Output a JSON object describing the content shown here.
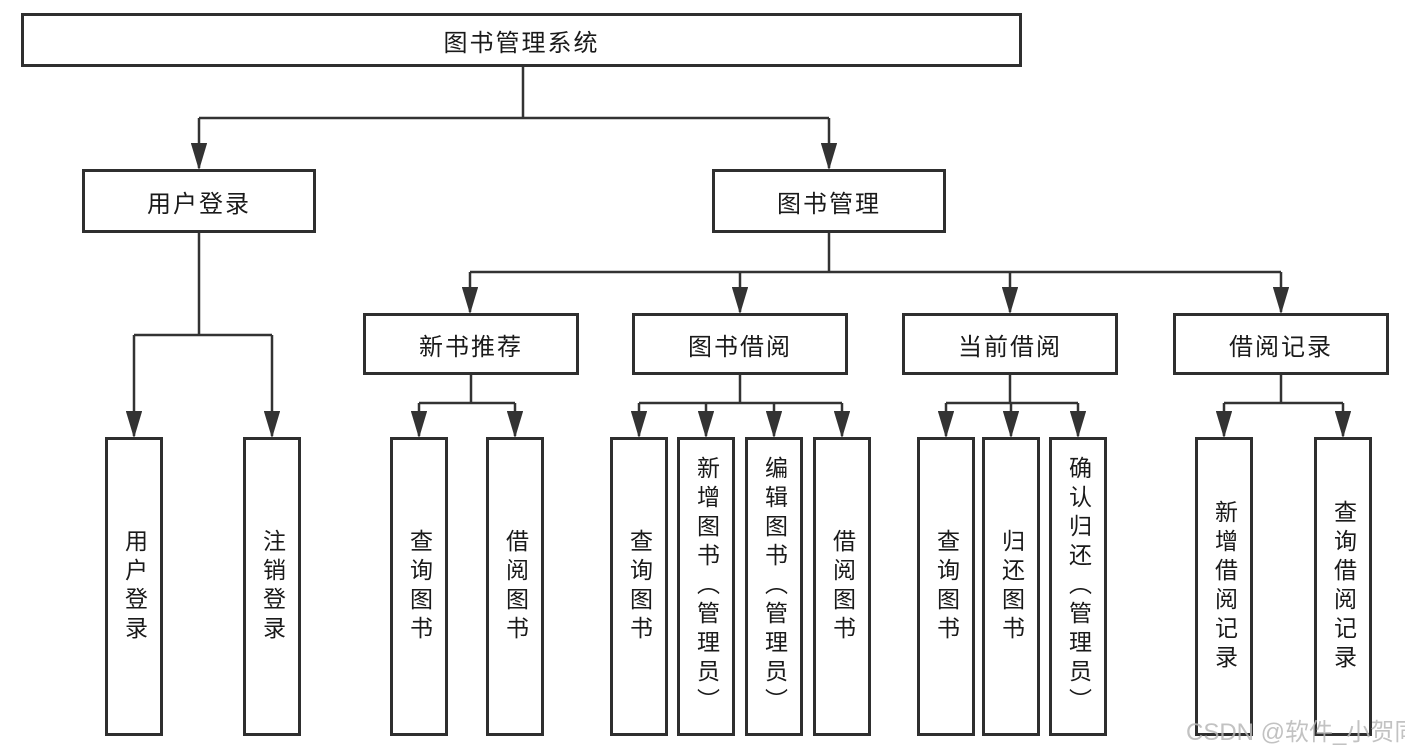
{
  "tree": {
    "root": {
      "label": "图书管理系统"
    },
    "branches": [
      {
        "label": "用户登录",
        "children": [
          {
            "label": "用户登录"
          },
          {
            "label": "注销登录"
          }
        ]
      },
      {
        "label": "图书管理",
        "children": [
          {
            "label": "新书推荐",
            "children": [
              {
                "label": "查询图书"
              },
              {
                "label": "借阅图书"
              }
            ]
          },
          {
            "label": "图书借阅",
            "children": [
              {
                "label": "查询图书"
              },
              {
                "label": "新增图书（管理员）"
              },
              {
                "label": "编辑图书（管理员）"
              },
              {
                "label": "借阅图书"
              }
            ]
          },
          {
            "label": "当前借阅",
            "children": [
              {
                "label": "查询图书"
              },
              {
                "label": "归还图书"
              },
              {
                "label": "确认归还（管理员）"
              }
            ]
          },
          {
            "label": "借阅记录",
            "children": [
              {
                "label": "新增借阅记录"
              },
              {
                "label": "查询借阅记录"
              }
            ]
          }
        ]
      }
    ]
  },
  "watermark": {
    "text": "CSDN @软件_小贺同学"
  },
  "colors": {
    "line": "#333333",
    "box_border": "#2f2f2f",
    "box_fill": "#ffffff",
    "text": "#1a1a1a",
    "watermark": "#b8b8b8"
  }
}
